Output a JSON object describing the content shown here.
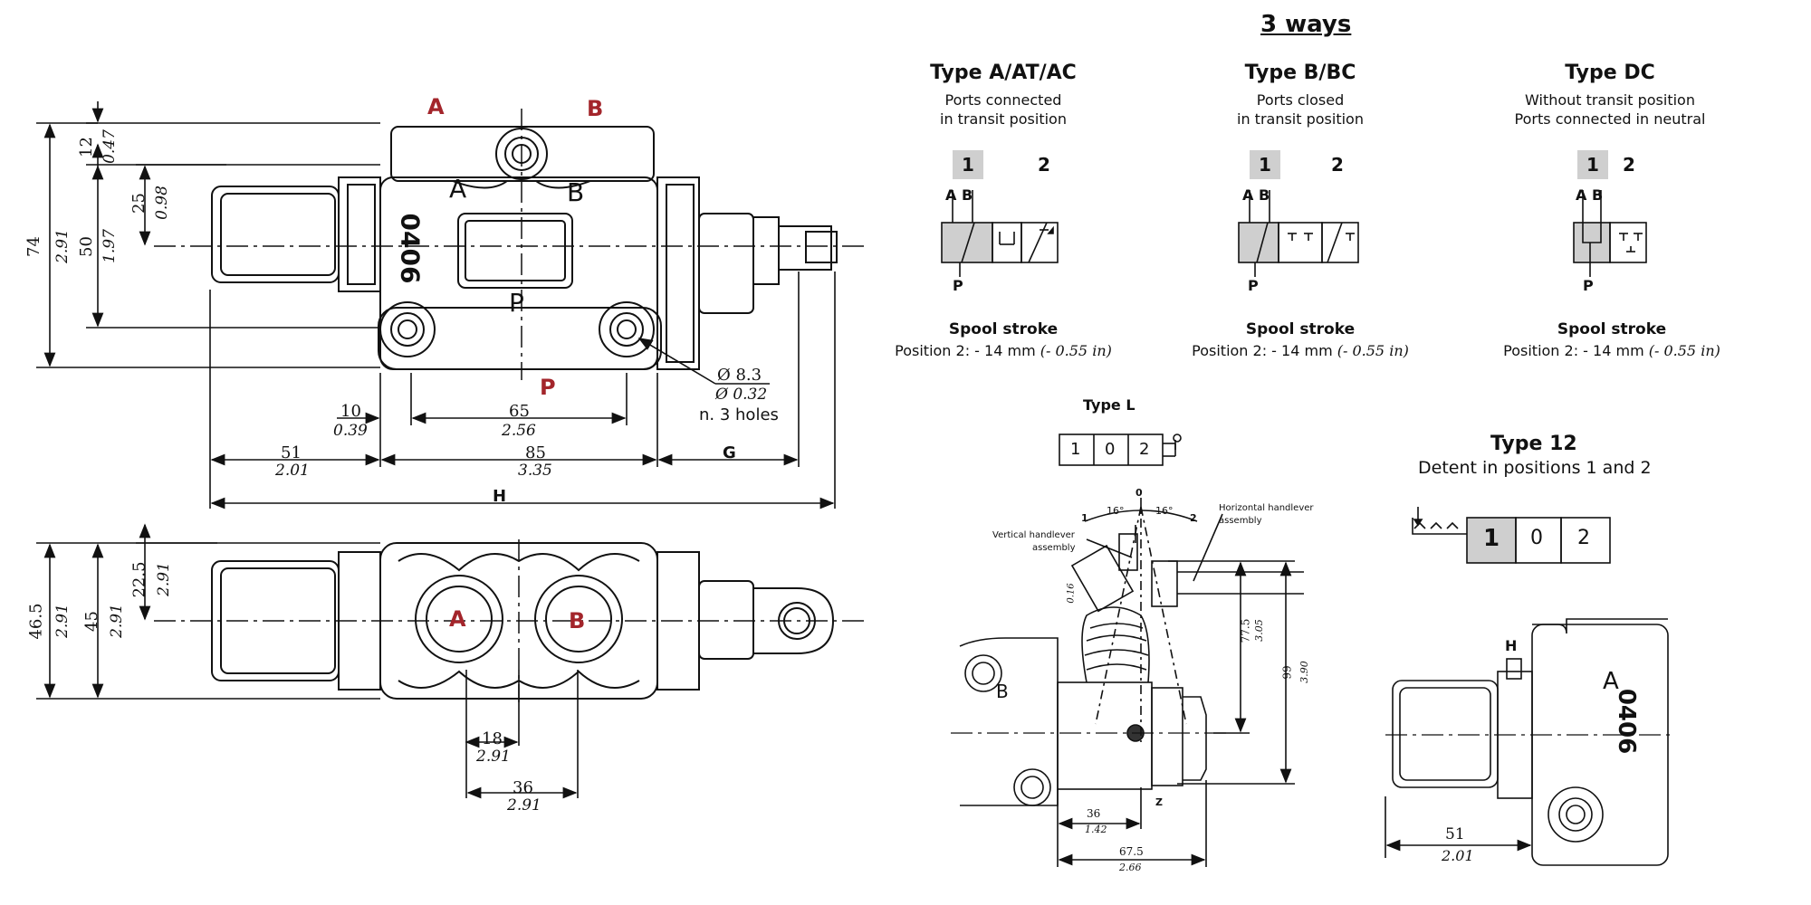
{
  "page": {
    "title": "3 ways"
  },
  "types": [
    {
      "title": "Type A/AT/AC",
      "sub1": "Ports connected",
      "sub2": "in transit position",
      "pos1": "1",
      "pos2": "2",
      "ports_top": "A B",
      "port_bottom": "P",
      "stroke_title": "Spool stroke",
      "stroke_text": "Position 2: - 14 mm",
      "stroke_inch": "(- 0.55 in)"
    },
    {
      "title": "Type B/BC",
      "sub1": "Ports closed",
      "sub2": "in transit position",
      "pos1": "1",
      "pos2": "2",
      "ports_top": "A B",
      "port_bottom": "P",
      "stroke_title": "Spool stroke",
      "stroke_text": "Position 2: - 14 mm",
      "stroke_inch": "(- 0.55 in)"
    },
    {
      "title": "Type DC",
      "sub1": "Without transit position",
      "sub2": "Ports connected in neutral",
      "pos1": "1",
      "pos2": "2",
      "ports_top": "A B",
      "port_bottom": "P",
      "stroke_title": "Spool stroke",
      "stroke_text": "Position 2: - 14 mm",
      "stroke_inch": "(- 0.55 in)"
    }
  ],
  "type_l": {
    "title": "Type L",
    "positions": [
      "1",
      "0",
      "2"
    ],
    "angle_left": "16°",
    "angle_right": "16°",
    "label_0": "0",
    "label_1": "1",
    "label_2": "2",
    "vertical_label_1": "Vertical handlever",
    "vertical_label_2": "assembly",
    "horizontal_label_1": "Horizontal handlever",
    "horizontal_label_2": "assembly",
    "dim_775": "77.5",
    "dim_305": "3.05",
    "dim_99": "99",
    "dim_390": "3.90",
    "dim_36": "36",
    "dim_142": "1.42",
    "dim_675": "67.5",
    "dim_266": "2.66",
    "dim_small": "0.16",
    "label_z": "Z",
    "label_b": "B"
  },
  "type_12": {
    "title": "Type 12",
    "sub": "Detent in positions 1 and 2",
    "positions": [
      "1",
      "0",
      "2"
    ],
    "label_h": "H",
    "label_a": "A",
    "marking": "0406",
    "dim_51": "51",
    "dim_201": "2.01"
  },
  "top_view": {
    "port_a": "A",
    "port_b": "B",
    "port_p": "P",
    "marking": "0406",
    "inner_a": "A",
    "inner_b": "B",
    "inner_p": "P",
    "dim_74": "74",
    "dim_291": "2.91",
    "dim_50": "50",
    "dim_197": "1.97",
    "dim_12": "12",
    "dim_047": "0.47",
    "dim_25": "25",
    "dim_098": "0.98",
    "hole_d": "Ø 8.3",
    "hole_in": "Ø 0.32",
    "hole_n": "n. 3 holes",
    "dim_10": "10",
    "dim_039": "0.39",
    "dim_65": "65",
    "dim_256": "2.56",
    "dim_51": "51",
    "dim_201": "2.01",
    "dim_85": "85",
    "dim_335": "3.35",
    "dim_g": "G",
    "dim_h": "H"
  },
  "side_view": {
    "port_a": "A",
    "port_b": "B",
    "dim_465": "46.5",
    "dim_291a": "2.91",
    "dim_45": "45",
    "dim_291b": "2.91",
    "dim_225": "22.5",
    "dim_291c": "2.91",
    "dim_18": "18",
    "dim_291d": "2.91",
    "dim_36": "36",
    "dim_291e": "2.91"
  }
}
